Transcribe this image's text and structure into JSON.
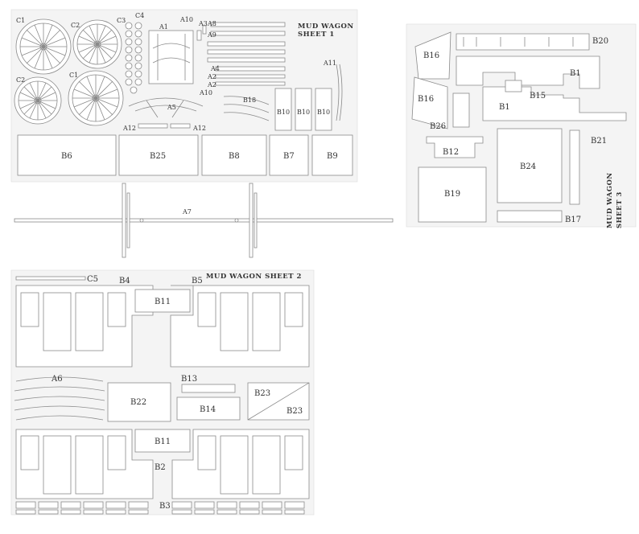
{
  "sheets": {
    "sheet1": {
      "title_line1": "MUD WAGON",
      "title_line2": "SHEET 1",
      "parts": {
        "c1_top": "C1",
        "c2_top": "C2",
        "c3": "C3",
        "c4": "C4",
        "c2_bottom": "C2",
        "c1_bottom": "C1",
        "a1": "A1",
        "a10_top": "A10",
        "a3": "A3",
        "a8": "A8",
        "a9": "A9",
        "a11": "A11",
        "a4": "A4",
        "a2_a": "A2",
        "a2_b": "A2",
        "a10_b": "A10",
        "a5": "A5",
        "b18": "B18",
        "a12_left": "A12",
        "a12_right": "A12",
        "b10_a": "B10",
        "b10_b": "B10",
        "b10_c": "B10",
        "b6": "B6",
        "b25": "B25",
        "b8": "B8",
        "b7": "B7",
        "b9": "B9",
        "a7": "A7"
      }
    },
    "sheet2": {
      "title": "MUD WAGON SHEET 2",
      "parts": {
        "c5": "C5",
        "b4": "B4",
        "b5": "B5",
        "b11_top": "B11",
        "a6": "A6",
        "b13": "B13",
        "b22": "B22",
        "b14": "B14",
        "b23_a": "B23",
        "b23_b": "B23",
        "b11_bottom": "B11",
        "b2": "B2",
        "b3": "B3"
      }
    },
    "sheet3": {
      "title_line1": "MUD WAGON",
      "title_line2": "SHEET 3",
      "parts": {
        "b16_top": "B16",
        "b20": "B20",
        "b1_top": "B1",
        "b16_bottom": "B16",
        "b15": "B15",
        "b1_bottom": "B1",
        "b26": "B26",
        "b12": "B12",
        "b24": "B24",
        "b21": "B21",
        "b19": "B19",
        "b17": "B17"
      }
    }
  }
}
